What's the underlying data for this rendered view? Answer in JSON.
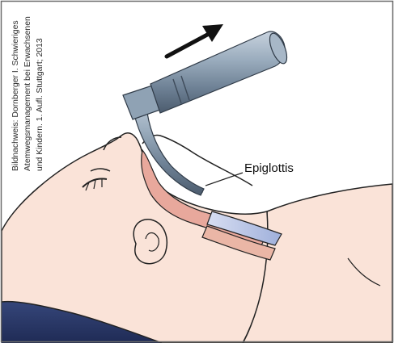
{
  "credit": {
    "line1": "Bildnachweis: Dornberger I. Schwieriges",
    "line2": "Atemwegsmanagement bei Erwachsenen",
    "line3": "und Kindern. 1. Aufl. Stuttgart; 2013"
  },
  "labels": {
    "epiglottis": "Epiglottis"
  },
  "colors": {
    "skin": "#fae3d8",
    "airway": "#e8a89c",
    "trachea_inner": "#c9d3ec",
    "pillow": "#2b3a6d",
    "laryngoscope": "#7f93a6",
    "arrow": "#111111",
    "outline": "#222222",
    "frame": "#6a6a6a"
  }
}
